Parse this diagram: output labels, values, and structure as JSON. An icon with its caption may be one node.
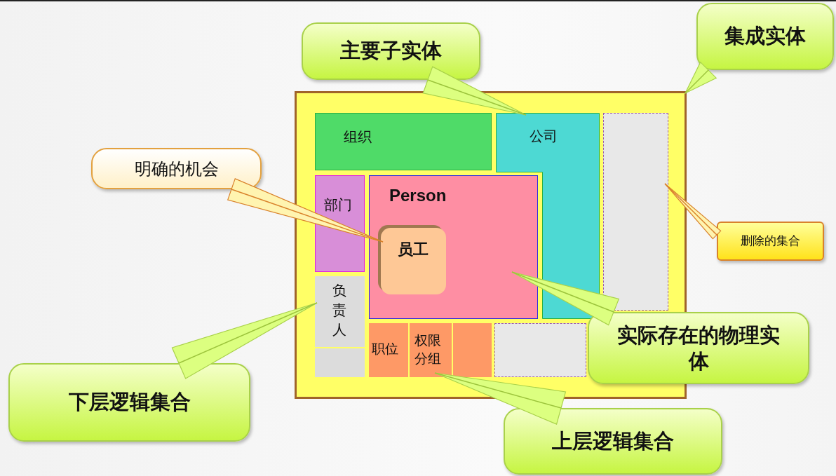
{
  "diagram": {
    "nodes": [
      {
        "text": [],
        "shape": "box"
      },
      {
        "text": [
          "组织"
        ],
        "in": 0
      },
      {
        "text": [
          "公司"
        ],
        "in": 0
      },
      {
        "text": [],
        "shape": "box",
        "in": 0
      },
      {
        "text": [
          "部门"
        ],
        "in": 0
      },
      {
        "text": [
          "Person"
        ],
        "in": 0
      },
      {
        "text": [
          "员工"
        ],
        "in": 5
      },
      {
        "text": [
          "负责人"
        ],
        "in": 0
      },
      {
        "text": [],
        "shape": "box",
        "in": 0
      },
      {
        "text": [
          "职位"
        ],
        "in": 0
      },
      {
        "text": [
          "权限分组"
        ],
        "in": 0
      },
      {
        "text": [],
        "shape": "box",
        "in": 0
      },
      {
        "text": [],
        "shape": "box",
        "in": 0
      },
      {
        "text": [
          "集成实体"
        ]
      },
      {
        "text": [
          "主要子实体"
        ]
      },
      {
        "text": [
          "明确的机会"
        ]
      },
      {
        "text": [
          "删除的集合"
        ]
      },
      {
        "text": [
          "实际存在的物理实体"
        ]
      },
      {
        "text": [
          "下层逻辑集合"
        ]
      },
      {
        "text": [
          "上层逻辑集合"
        ]
      }
    ],
    "edges": [
      {
        "from": 13,
        "to": 0,
        "arrow": "none"
      },
      {
        "from": 14,
        "to": 2,
        "arrow": "none"
      },
      {
        "from": 15,
        "to": 6,
        "arrow": "none",
        "color": "#d9822b"
      },
      {
        "from": 16,
        "to": 3,
        "arrow": "none",
        "color": "#d9822b"
      },
      {
        "from": 17,
        "to": 5,
        "arrow": "none"
      },
      {
        "from": 18,
        "to": 7,
        "arrow": "none"
      },
      {
        "from": 19,
        "to": 10,
        "arrow": "none"
      }
    ]
  }
}
